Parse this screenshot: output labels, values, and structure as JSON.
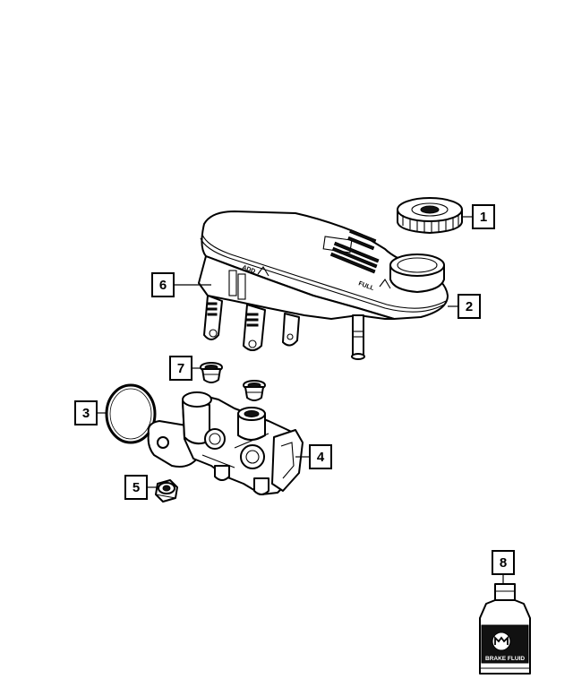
{
  "callouts": [
    {
      "id": "1",
      "part": "reservoir-cap"
    },
    {
      "id": "2",
      "part": "brake-fluid-reservoir"
    },
    {
      "id": "3",
      "part": "o-ring-seal"
    },
    {
      "id": "4",
      "part": "master-cylinder"
    },
    {
      "id": "5",
      "part": "mounting-nut"
    },
    {
      "id": "6",
      "part": "reservoir-mounting-tabs"
    },
    {
      "id": "7",
      "part": "reservoir-grommets"
    },
    {
      "id": "8",
      "part": "brake-fluid-bottle"
    }
  ],
  "reservoir_labels": {
    "add": "ADD",
    "full": "FULL"
  },
  "bottle_label": "BRAKE FLUID",
  "colors": {
    "line": "#000000",
    "background": "#ffffff"
  }
}
